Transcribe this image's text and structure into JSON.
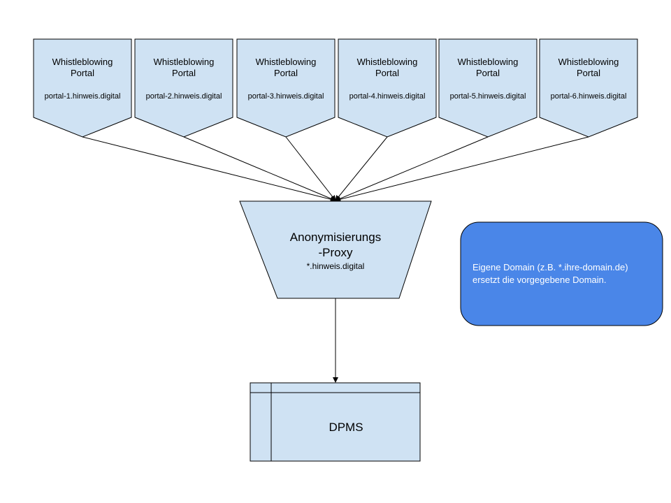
{
  "portals": [
    {
      "title_line1": "Whistleblowing",
      "title_line2": "Portal",
      "domain": "portal-1.hinweis.digital"
    },
    {
      "title_line1": "Whistleblowing",
      "title_line2": "Portal",
      "domain": "portal-2.hinweis.digital"
    },
    {
      "title_line1": "Whistleblowing",
      "title_line2": "Portal",
      "domain": "portal-3.hinweis.digital"
    },
    {
      "title_line1": "Whistleblowing",
      "title_line2": "Portal",
      "domain": "portal-4.hinweis.digital"
    },
    {
      "title_line1": "Whistleblowing",
      "title_line2": "Portal",
      "domain": "portal-5.hinweis.digital"
    },
    {
      "title_line1": "Whistleblowing",
      "title_line2": "Portal",
      "domain": "portal-6.hinweis.digital"
    }
  ],
  "proxy": {
    "title_line1": "Anonymisierungs",
    "title_line2": "-Proxy",
    "domain": "*.hinweis.digital"
  },
  "dpms": {
    "label": "DPMS"
  },
  "note": {
    "line1": "Eigene Domain (z.B. *.ihre-domain.de)",
    "line2": "ersetzt die vorgegebene Domain."
  },
  "colors": {
    "shape_fill": "#cfe2f3",
    "note_fill": "#4a86e8",
    "note_text": "#ffffff",
    "stroke": "#000000"
  }
}
